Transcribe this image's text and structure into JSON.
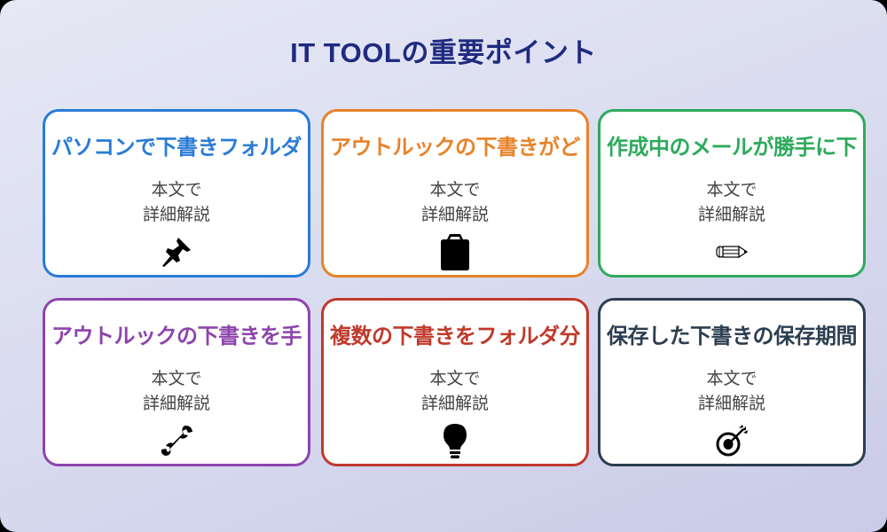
{
  "title": "IT TOOLの重要ポイント",
  "colors": {
    "title": "#1f2a80",
    "background_start": "#e6e8f5",
    "background_end": "#c9cbe8"
  },
  "cards": [
    {
      "title": "パソコンで下書きフォルダ",
      "body_line1": "本文で",
      "body_line2": "詳細解説",
      "icon": "pushpin-icon",
      "color": "#2a7bd6"
    },
    {
      "title": "アウトルックの下書きがど",
      "body_line1": "本文で",
      "body_line2": "詳細解説",
      "icon": "clipboard-icon",
      "color": "#e8832a"
    },
    {
      "title": "作成中のメールが勝手に下",
      "body_line1": "本文で",
      "body_line2": "詳細解説",
      "icon": "pencil-icon",
      "color": "#2eaa5c"
    },
    {
      "title": "アウトルックの下書きを手",
      "body_line1": "本文で",
      "body_line2": "詳細解説",
      "icon": "wrench-icon",
      "color": "#8e44ad"
    },
    {
      "title": "複数の下書きをフォルダ分",
      "body_line1": "本文で",
      "body_line2": "詳細解説",
      "icon": "lightbulb-icon",
      "color": "#c0392b"
    },
    {
      "title": "保存した下書きの保存期間",
      "body_line1": "本文で",
      "body_line2": "詳細解説",
      "icon": "target-icon",
      "color": "#2c3e50"
    }
  ]
}
